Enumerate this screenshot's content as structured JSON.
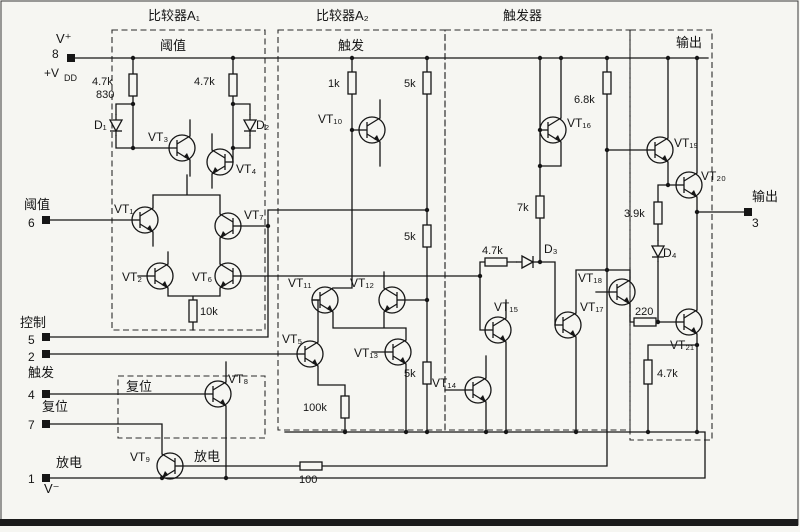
{
  "sections": {
    "a1": "比较器A₁",
    "a2": "比较器A₂",
    "ff": "触发器",
    "out": "输出"
  },
  "sub": {
    "a1_threshold": "阈值",
    "a2_trigger": "触发",
    "reset_box": "复位",
    "discharge_right": "放电"
  },
  "pins": {
    "v_plus": "V⁺",
    "p8": "8",
    "vdd_prefix": "+V",
    "vdd_sub": "DD",
    "threshold": "阈值",
    "p6": "6",
    "control": "控制",
    "p5": "5",
    "p2": "2",
    "trigger": "触发",
    "p4": "4",
    "reset": "复位",
    "p7": "7",
    "discharge": "放电",
    "p1": "1",
    "v_minus": "V⁻",
    "output": "输出",
    "p3": "3"
  },
  "res": {
    "r1a": "4.7k",
    "r1b": "830",
    "r2": "4.7k",
    "r3": "10k",
    "r4": "1k",
    "r5": "5k",
    "r6": "5k",
    "r7": "5k",
    "r8": "100k",
    "r9": "4.7k",
    "r10": "7k",
    "r11": "6.8k",
    "r12": "3.9k",
    "r13": "220",
    "r14": "4.7k",
    "r15": "100"
  },
  "tr": {
    "q1": "VT₁",
    "q2": "VT₂",
    "q3": "VT₃",
    "q4": "VT₄",
    "q5": "VT₅",
    "q6": "VT₆",
    "q7": "VT₇",
    "q8": "VT₈",
    "q9": "VT₉",
    "q10": "VT₁₀",
    "q11": "VT₁₁",
    "q12": "VT₁₂",
    "q13": "VT₁₃",
    "q14": "VT₁₄",
    "q15": "VT₁₅",
    "q16": "VT₁₆",
    "q17": "VT₁₇",
    "q18": "VT₁₈",
    "q19": "VT₁₉",
    "q20": "VT₂₀",
    "q21": "VT₂₁"
  },
  "di": {
    "d1": "D₁",
    "d2": "D₂",
    "d3": "D₃",
    "d4": "D₄"
  }
}
